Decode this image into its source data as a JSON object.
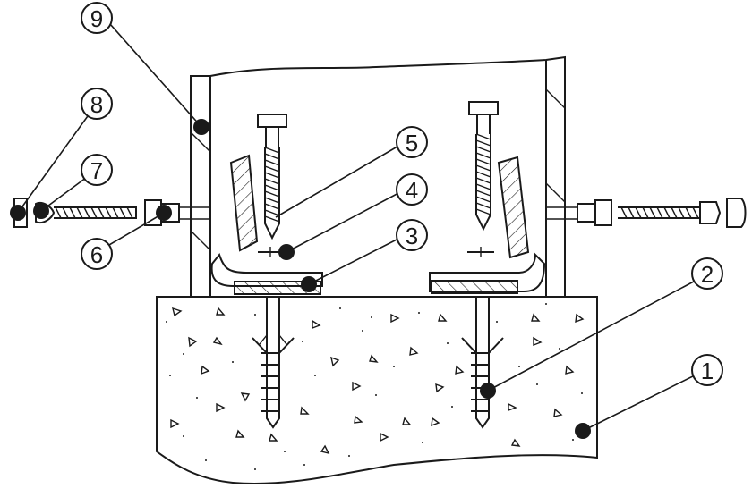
{
  "diagram": {
    "callouts": [
      {
        "id": "1",
        "label": "1"
      },
      {
        "id": "2",
        "label": "2"
      },
      {
        "id": "3",
        "label": "3"
      },
      {
        "id": "4",
        "label": "4"
      },
      {
        "id": "5",
        "label": "5"
      },
      {
        "id": "6",
        "label": "6"
      },
      {
        "id": "7",
        "label": "7"
      },
      {
        "id": "8",
        "label": "8"
      },
      {
        "id": "9",
        "label": "9"
      }
    ]
  },
  "colors": {
    "ink": "#1a1a1a",
    "paper": "#ffffff"
  }
}
